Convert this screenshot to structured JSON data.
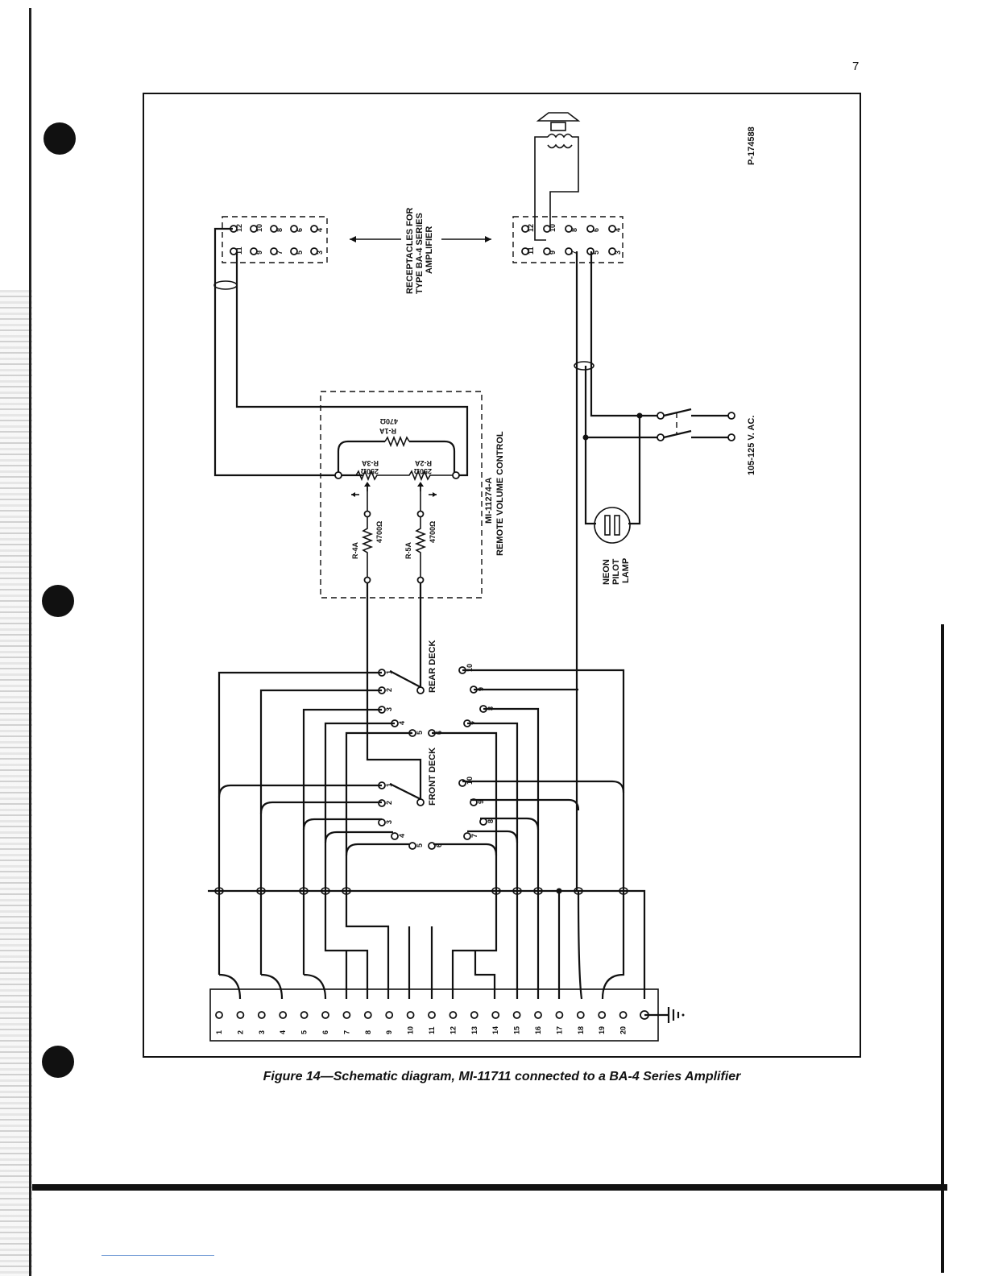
{
  "page": {
    "number": "7",
    "caption": "Figure 14—Schematic diagram, MI-11711 connected to a BA-4 Series Amplifier"
  },
  "diagram": {
    "drawing_number": "P-174588",
    "receptacles_label": [
      "RECEPTACLES FOR",
      "TYPE BA-4 SERIES",
      "AMPLIFIER"
    ],
    "receptacle_pins": [
      "12",
      "11",
      "10",
      "9",
      "8",
      "7",
      "6",
      "5",
      "4",
      "3"
    ],
    "remote_control": {
      "title": "MI-11274-A",
      "subtitle": "REMOTE VOLUME CONTROL",
      "r1a": [
        "R-1A",
        "470Ω"
      ],
      "r3a": [
        "R-3A",
        "250Ω"
      ],
      "r2a": [
        "R-2A",
        "250Ω"
      ],
      "r4a": [
        "R-4A",
        "4700Ω"
      ],
      "r5a": [
        "R-5A",
        "4700Ω"
      ]
    },
    "neon_lamp": [
      "NEON",
      "PILOT",
      "LAMP"
    ],
    "supply": "105-125 V. AC.",
    "rear_deck": "REAR DECK",
    "front_deck": "FRONT DECK",
    "switch_positions": [
      "1",
      "2",
      "3",
      "4",
      "5",
      "6",
      "7",
      "8",
      "9",
      "10"
    ],
    "terminal_numbers": [
      "1",
      "2",
      "3",
      "4",
      "5",
      "6",
      "7",
      "8",
      "9",
      "10",
      "11",
      "12",
      "13",
      "14",
      "15",
      "16",
      "17",
      "18",
      "19",
      "20"
    ]
  }
}
